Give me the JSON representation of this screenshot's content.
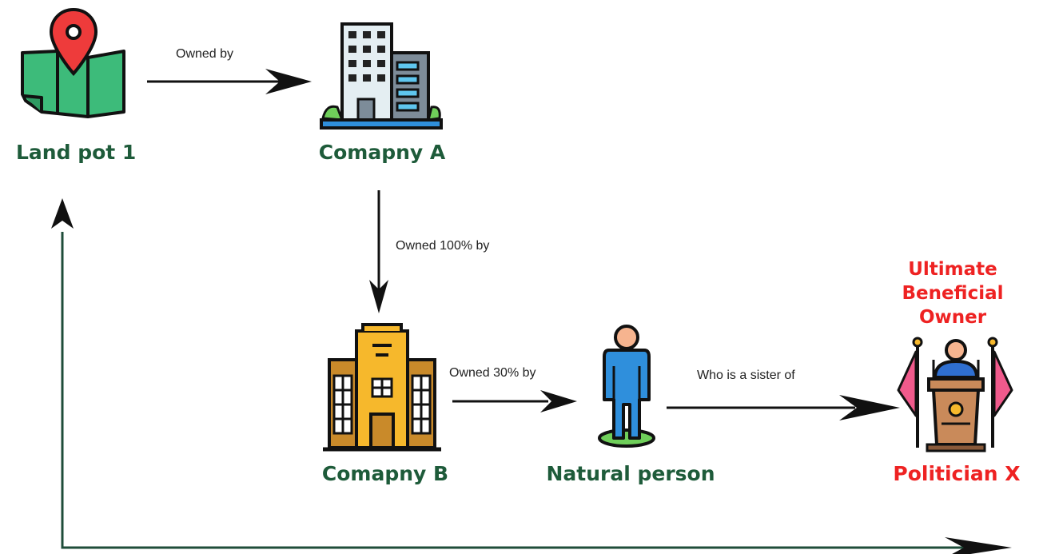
{
  "nodes": {
    "land_plot": {
      "label": "Land pot 1",
      "icon": "map-pin-icon"
    },
    "company_a": {
      "label": "Comapny A",
      "icon": "office-building-icon"
    },
    "company_b": {
      "label": "Comapny B",
      "icon": "apartment-building-icon"
    },
    "natural_person": {
      "label": "Natural person",
      "icon": "person-icon"
    },
    "politician": {
      "label": "Politician X",
      "icon": "politician-podium-icon"
    }
  },
  "edges": {
    "owned_by": "Owned by",
    "owned_100": "Owned 100% by",
    "owned_30": "Owned 30% by",
    "sister_of": "Who is a sister of"
  },
  "ubo": {
    "line1": "Ultimate Beneficial",
    "line2": "Owner"
  },
  "colors": {
    "node_label": "#1e5b3a",
    "highlight": "#ee2222",
    "loop_line": "#1f4d3a",
    "arrow": "#000000"
  }
}
